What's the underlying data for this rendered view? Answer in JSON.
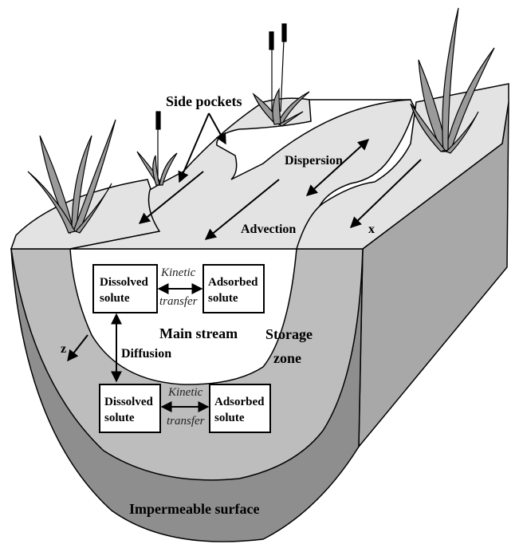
{
  "labels": {
    "side_pockets": "Side pockets",
    "dispersion": "Dispersion",
    "advection": "Advection",
    "axis_x": "x",
    "axis_z": "z",
    "main_stream": "Main stream",
    "storage_zone_line1": "Storage",
    "storage_zone_line2": "zone",
    "diffusion": "Diffusion",
    "impermeable_surface": "Impermeable surface"
  },
  "upper_exchange": {
    "left_box": [
      "Dissolved",
      "solute"
    ],
    "right_box": [
      "Adsorbed",
      "solute"
    ],
    "kinetic": "Kinetic",
    "transfer": "transfer"
  },
  "lower_exchange": {
    "left_box": [
      "Dissolved",
      "solute"
    ],
    "right_box": [
      "Adsorbed",
      "solute"
    ],
    "kinetic": "Kinetic",
    "transfer": "transfer"
  },
  "colors": {
    "surface_water": "#e3e3e3",
    "storage_zone": "#bdbdbd",
    "outer_layer": "#8e8e8e",
    "right_side_face": "#a8a8a8",
    "vegetation": "#9a9a9a",
    "outline": "#000000"
  }
}
